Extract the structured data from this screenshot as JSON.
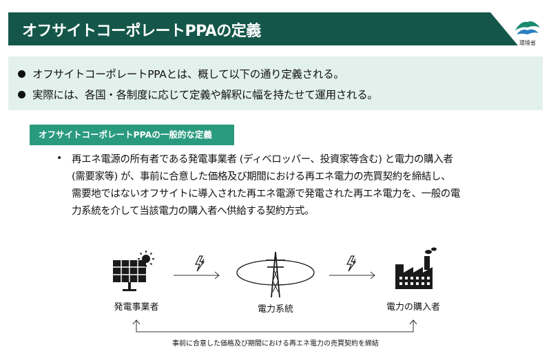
{
  "header": {
    "title": "オフサイトコーポレートPPAの定義",
    "ministry_logo_text": "環境省",
    "bar_color": "#14574a"
  },
  "summary": {
    "items": [
      "オフサイトコーポレートPPAとは、概して以下の通り定義される。",
      "実際には、各国・各制度に応じて定義や解釈に幅を持たせて運用される。"
    ],
    "background_color": "#e2f1ec"
  },
  "definition": {
    "heading": "オフサイトコーポレートPPAの一般的な定義",
    "bullet": "•",
    "lines": [
      "再エネ電源の所有者である発電事業者 (ディベロッパー、投資家等含む) と電力の購入者",
      "(需要家等) が、事前に合意した価格及び期間における再エネ電力の売買契約を締結し、",
      "需要地ではないオフサイトに導入された再エネ電源で発電された再エネ電力を、一般の電",
      "力系統を介して当該電力の購入者へ供給する契約方式。"
    ],
    "accent_color": "#2a9a7f"
  },
  "diagram": {
    "generator_label": "発電事業者",
    "grid_label": "電力系統",
    "buyer_label": "電力の購入者",
    "contract_label": "事前に合意した価格及び期間における再エネ電力の売買契約を締結"
  }
}
